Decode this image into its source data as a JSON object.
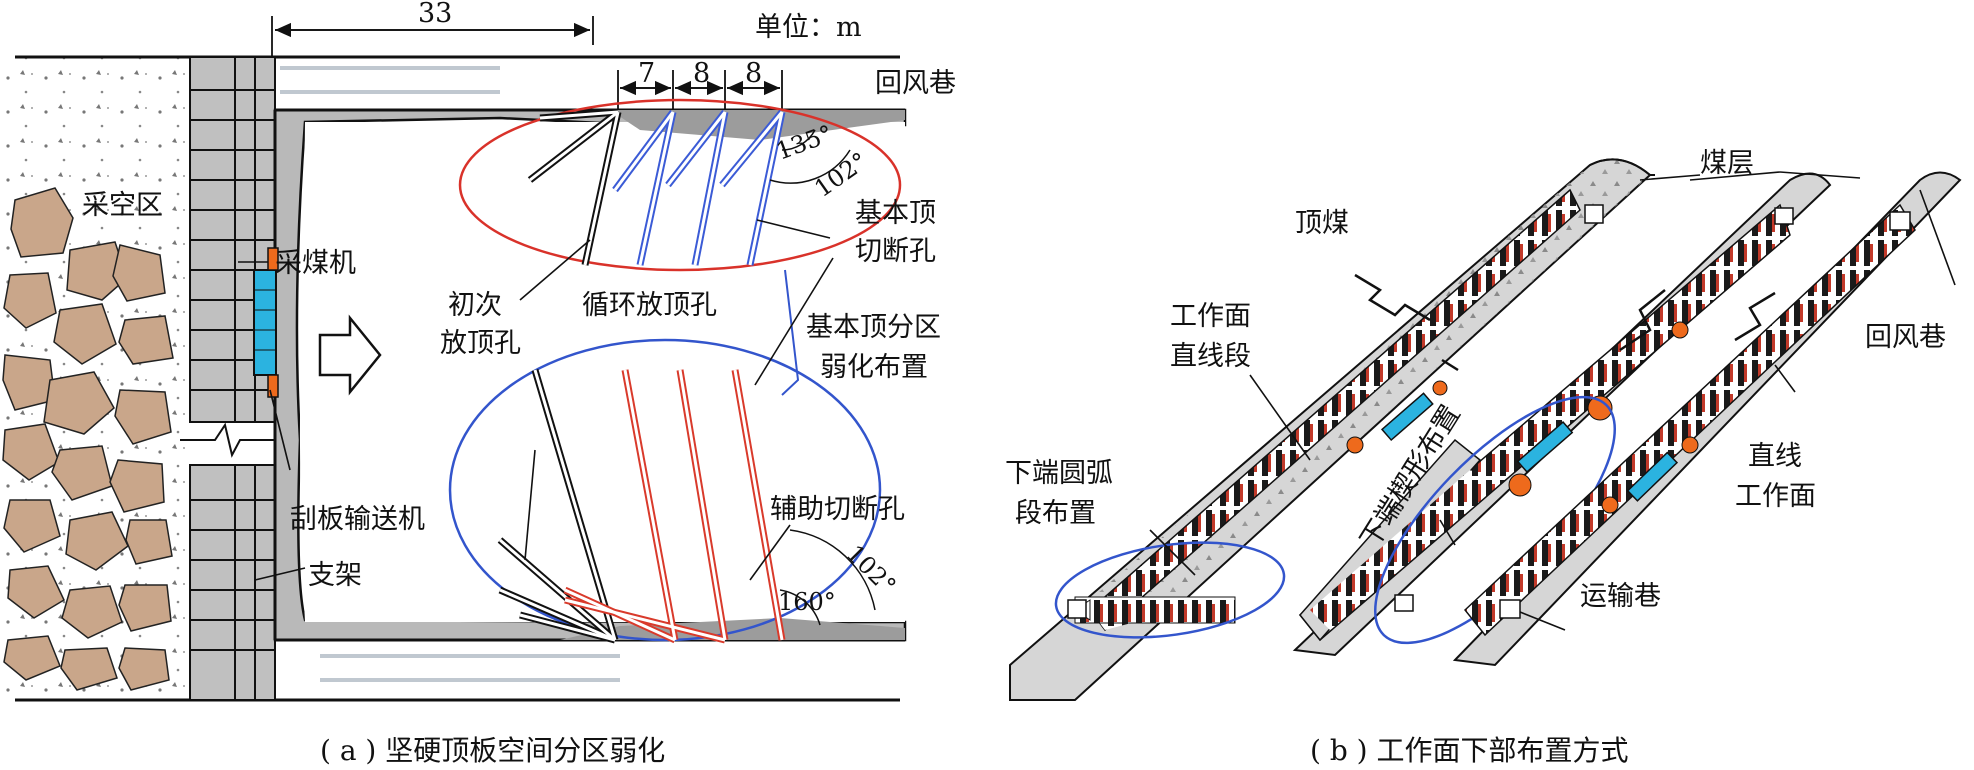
{
  "panel_a": {
    "caption": "( a ) 坚硬顶板空间分区弱化",
    "unit_label": "单位：m",
    "dim_total": "33",
    "dim_spacings": [
      "7",
      "8",
      "8"
    ],
    "labels": {
      "return_airway": "回风巷",
      "goaf": "采空区",
      "shearer": "采煤机",
      "conveyor": "刮板输送机",
      "support": "支架",
      "initial_hole_1": "初次",
      "initial_hole_2": "放顶孔",
      "cyclic_hole": "循环放顶孔",
      "basic_roof_cut_1": "基本顶",
      "basic_roof_cut_2": "切断孔",
      "zone_weaken_1": "基本顶分区",
      "zone_weaken_2": "弱化布置",
      "aux_cut": "辅助切断孔"
    },
    "angles": [
      "135°",
      "102°",
      "102°",
      "160°"
    ]
  },
  "panel_b": {
    "caption": "( b ) 工作面下部布置方式",
    "labels": {
      "coal_seam": "煤层",
      "top_coal": "顶煤",
      "face_straight_1": "工作面",
      "face_straight_2": "直线段",
      "lower_arc_1": "下端圆弧",
      "lower_arc_2": "段布置",
      "wedge": "下端楔形布置",
      "return_airway": "回风巷",
      "straight_face_1": "直线",
      "straight_face_2": "工作面",
      "haulage": "运输巷"
    }
  },
  "colors": {
    "line": "#111111",
    "cyclic_blue": "#3b5bd6",
    "red": "#d93a2b",
    "ellipse_red": "#d9322a",
    "ellipse_blue": "#3355cc",
    "cyan": "#2bb3e0",
    "orange": "#ee6a1c",
    "rock_fill": "#c9a68a",
    "seam_gray": "#d6d6d6",
    "support_gray": "#bfbfbf"
  }
}
